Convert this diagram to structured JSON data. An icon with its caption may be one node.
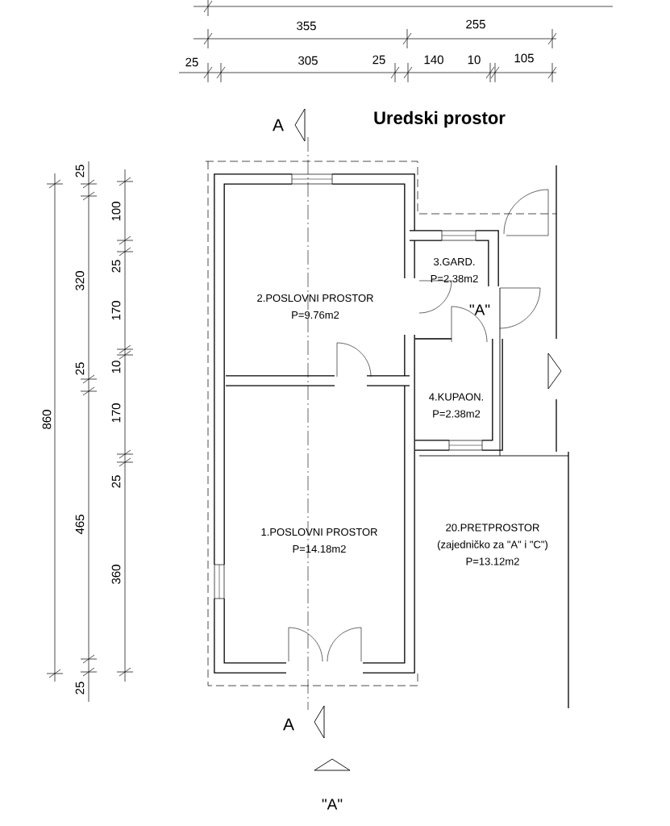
{
  "diagram": {
    "title": "Uredski prostor",
    "nodes": [
      {
        "text": [
          "2.POSLOVNI PROSTOR",
          "P=9.76m2"
        ]
      },
      {
        "text": [
          "3.GARD.",
          "P=2.38m2"
        ]
      },
      {
        "text": [
          "4.KUPAON.",
          "P=2.38m2"
        ]
      },
      {
        "text": [
          "1.POSLOVNI PROSTOR",
          "P=14.18m2"
        ]
      },
      {
        "text": [
          "20.PRETPROSTOR",
          "(zajedničko za \"A\" i \"C\")",
          "P=13.12m2"
        ]
      }
    ],
    "labels": [
      "355",
      "255",
      "25",
      "305",
      "25",
      "140",
      "10",
      "105",
      "A",
      "860",
      "25",
      "320",
      "25",
      "465",
      "25",
      "100",
      "25",
      "170",
      "10",
      "170",
      "25",
      "360",
      "\"A\"",
      "A",
      "\"A\""
    ]
  }
}
